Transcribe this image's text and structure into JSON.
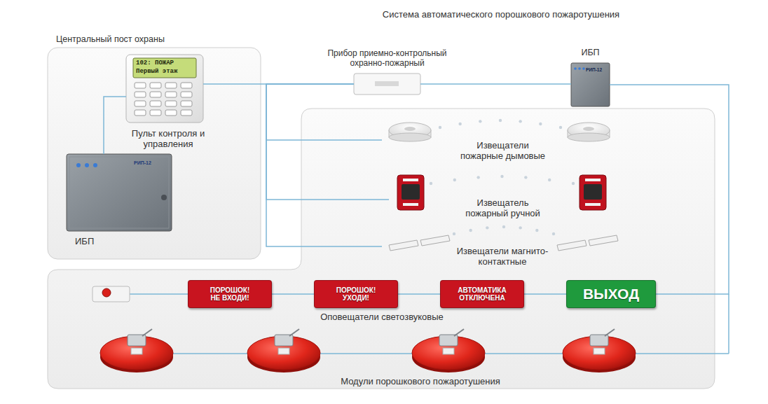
{
  "diagram": {
    "title": "Система автоматического порошкового пожаротушения",
    "nodes": [
      {
        "text": [
          "Центральный пост охраны"
        ]
      },
      {
        "text": [
          "102: ПОЖАР",
          "Первый этаж",
          "Пульт контроля и управления"
        ],
        "in": 0
      },
      {
        "text": [
          "РИП-12",
          "ИБП"
        ],
        "in": 0
      },
      {
        "text": [
          "Прибор приемно-контрольный охранно-пожарный"
        ]
      },
      {
        "text": [
          "ИБП",
          "РИП-12"
        ]
      },
      {
        "text": [
          "Извещатели пожарные дымовые"
        ]
      },
      {
        "text": [
          "Извещатель пожарный ручной"
        ]
      },
      {
        "text": [
          "Извещатели магнито-контактные"
        ]
      },
      {
        "text": [
          "ПОРОШОК! НЕ ВХОДИ!"
        ]
      },
      {
        "text": [
          "ПОРОШОК! УХОДИ!"
        ]
      },
      {
        "text": [
          "АВТОМАТИКА ОТКЛЮЧЕНА"
        ]
      },
      {
        "text": [
          "ВЫХОД"
        ]
      }
    ],
    "edges": [
      {
        "from": 1,
        "to": 2,
        "arrow": "none"
      },
      {
        "from": 1,
        "to": 3,
        "arrow": "none"
      },
      {
        "from": 3,
        "to": 4,
        "arrow": "none"
      },
      {
        "from": 3,
        "to": 5,
        "arrow": "none"
      },
      {
        "from": 3,
        "to": 6,
        "arrow": "none"
      },
      {
        "from": 3,
        "to": 7,
        "arrow": "none"
      },
      {
        "from": 8,
        "to": 9,
        "arrow": "none"
      },
      {
        "from": 9,
        "to": 10,
        "arrow": "none"
      },
      {
        "from": 10,
        "to": 11,
        "arrow": "none"
      },
      {
        "from": 11,
        "to": 4,
        "arrow": "none"
      }
    ],
    "labels": [
      "Оповещатели светозвуковые",
      "Модули порошкового пожаротушения"
    ]
  }
}
